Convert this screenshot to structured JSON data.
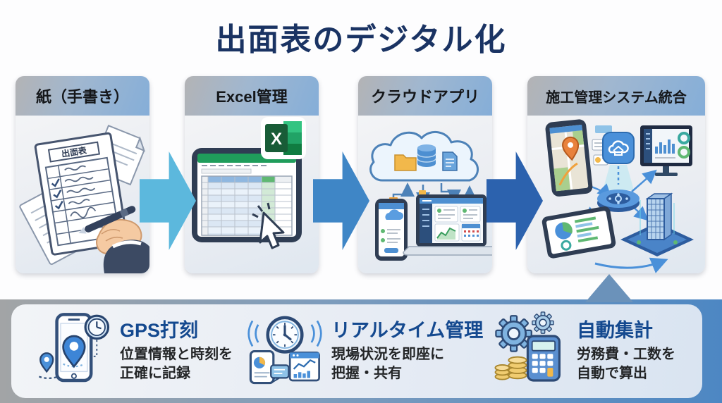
{
  "title": "出面表のデジタル化",
  "stages": [
    {
      "label": "紙（手書き）",
      "illustration": "handwritten-attendance-sheet",
      "paper_title": "出面表"
    },
    {
      "label": "Excel管理",
      "illustration": "excel-spreadsheet-tablet",
      "excel_logo_letter": "X"
    },
    {
      "label": "クラウドアプリ",
      "illustration": "cloud-sync-devices"
    },
    {
      "label": "施工管理システム統合",
      "illustration": "integrated-system-network"
    }
  ],
  "features": [
    {
      "title": "GPS打刻",
      "description": "位置情報と時刻を\n正確に記録"
    },
    {
      "title": "リアルタイム管理",
      "description": "現場状況を即座に\n把握・共有"
    },
    {
      "title": "自動集計",
      "description": "労務費・工数を\n自動で算出"
    }
  ],
  "colors": {
    "title_navy": "#1a3363",
    "header_gradient_left": "#b3b3b5",
    "header_gradient_right": "#85aed8",
    "arrow_stage1": "#5cb8dd",
    "arrow_stage2": "#3f86c6",
    "arrow_stage3": "#2c62ae",
    "up_arrow": "#6b92ba",
    "bottom_bar_blue": "#4d87c3",
    "feature_title_blue": "#14498f",
    "excel_green": "#21a366"
  }
}
